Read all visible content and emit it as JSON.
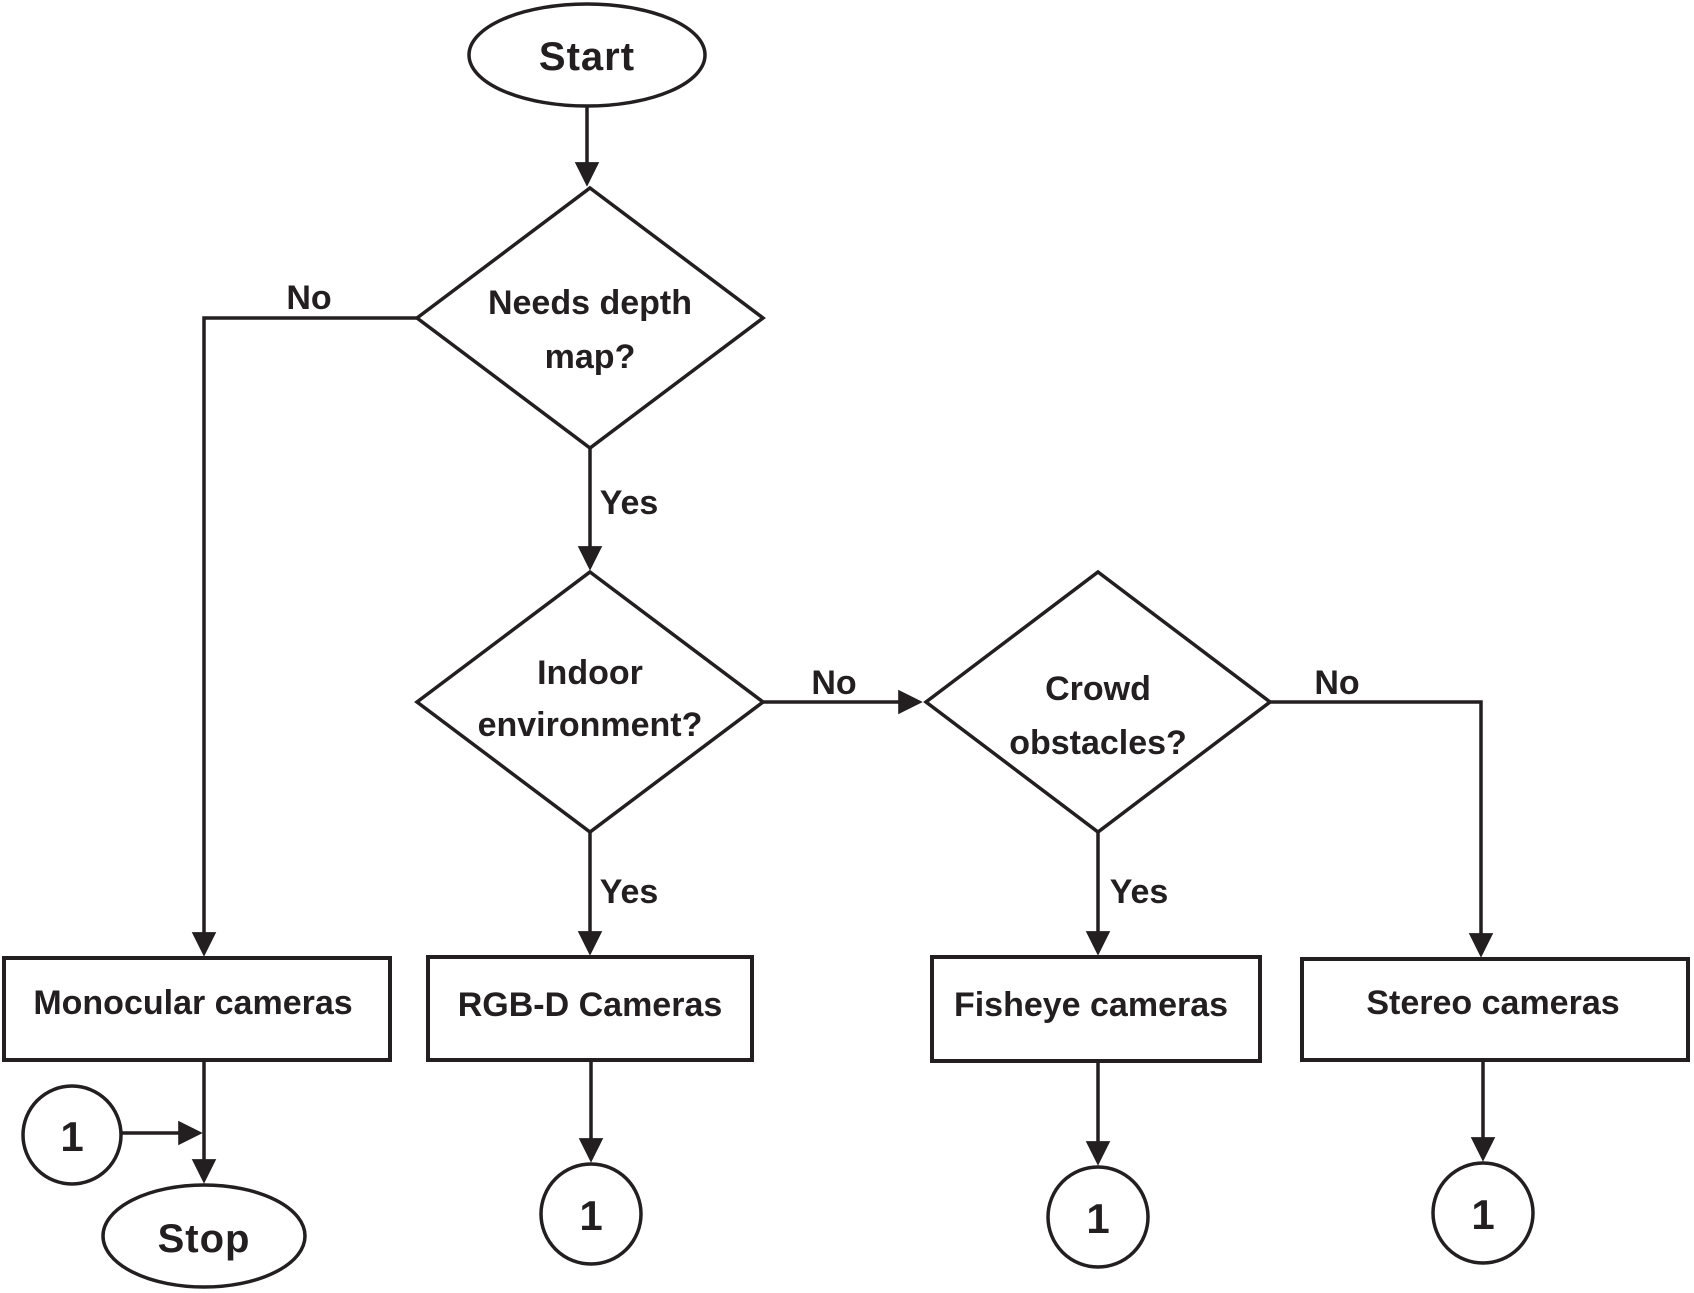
{
  "flowchart": {
    "start": {
      "label": "Start"
    },
    "stop": {
      "label": "Stop"
    },
    "decisions": {
      "needs_depth": {
        "label": "Needs depth map?",
        "line1": "Needs depth",
        "line2": "map?"
      },
      "indoor": {
        "label": "Indoor environment?",
        "line1": "Indoor",
        "line2": "environment?"
      },
      "crowd": {
        "label": "Crowd obstacles?",
        "line1": "Crowd",
        "line2": "obstacles?"
      }
    },
    "outcomes": {
      "monocular": {
        "label": "Monocular cameras"
      },
      "rgbd": {
        "label": "RGB-D Cameras"
      },
      "fisheye": {
        "label": "Fisheye cameras"
      },
      "stereo": {
        "label": "Stereo cameras"
      }
    },
    "edge_labels": {
      "needs_depth_no": "No",
      "needs_depth_yes": "Yes",
      "indoor_no": "No",
      "indoor_yes": "Yes",
      "crowd_no": "No",
      "crowd_yes": "Yes"
    },
    "connectors": {
      "monocular": {
        "label": "1"
      },
      "rgbd": {
        "label": "1"
      },
      "fisheye": {
        "label": "1"
      },
      "stereo": {
        "label": "1"
      }
    },
    "colors": {
      "ink": "#231f20",
      "background": "#ffffff"
    }
  }
}
